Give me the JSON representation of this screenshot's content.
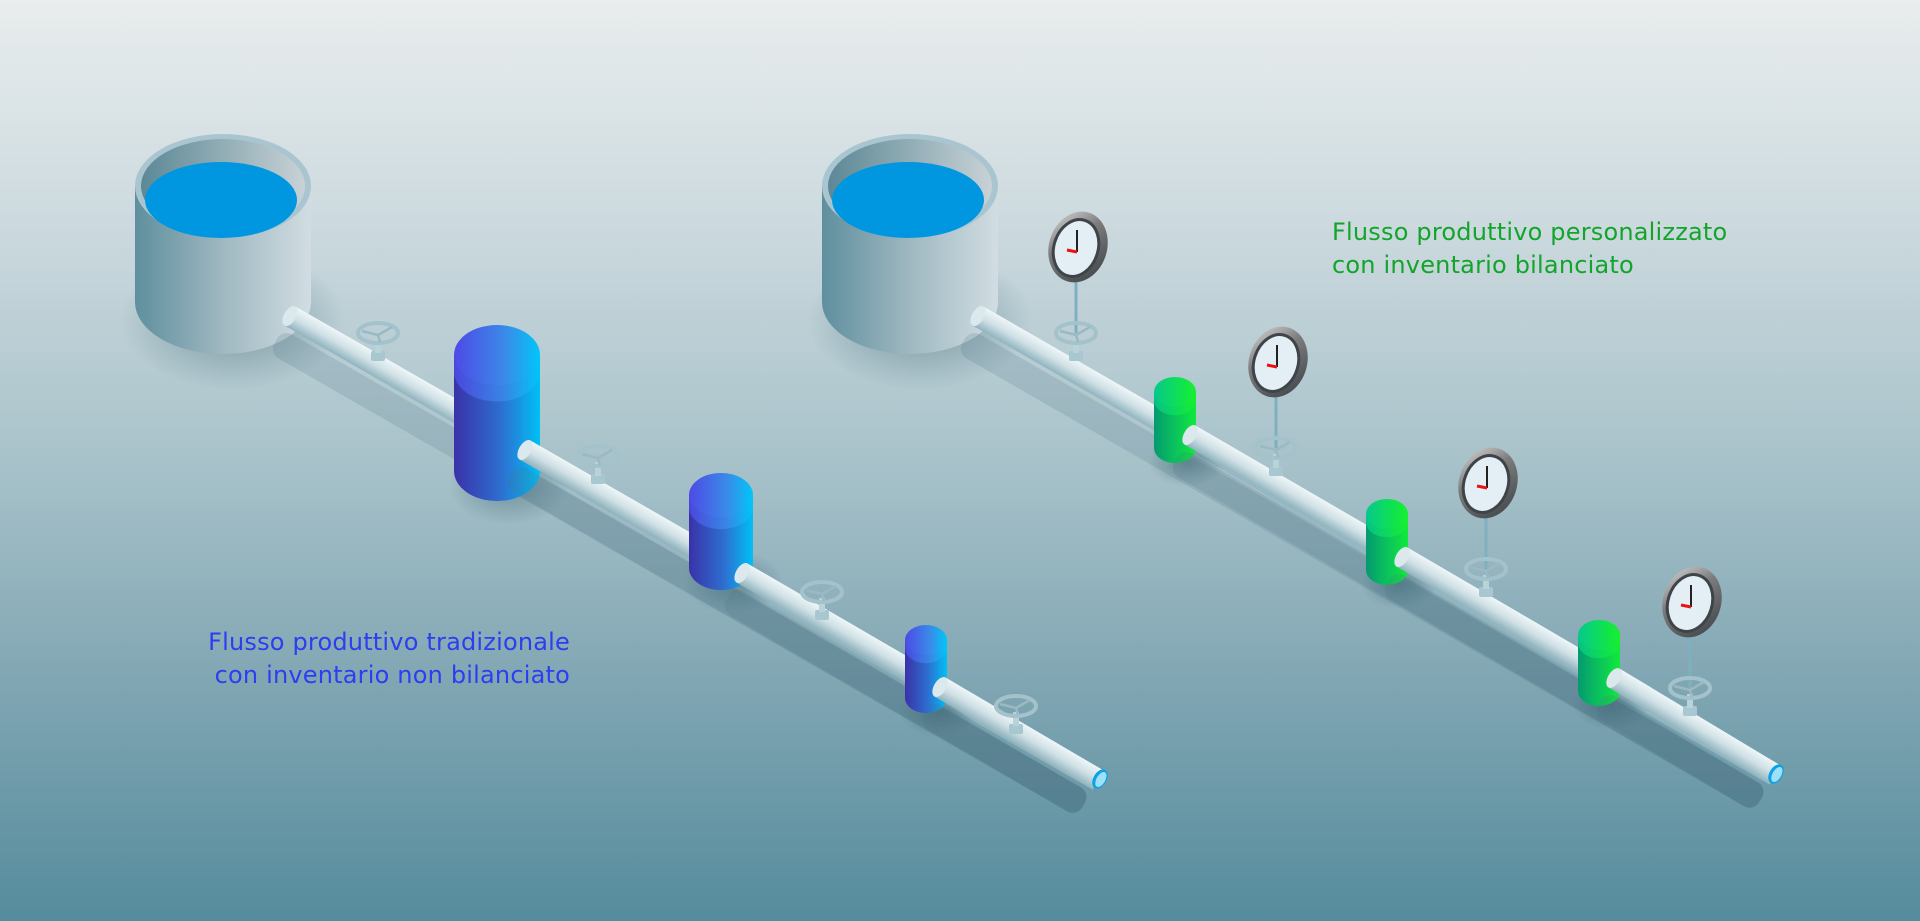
{
  "diagrams": {
    "traditional": {
      "caption_line1": "Flusso produttivo tradizionale",
      "caption_line2": "con inventario non bilanciato",
      "caption_color": "#2b3ef0",
      "buffer_color_dark": "#3a36b8",
      "buffer_color_light": "#00c3f7",
      "buffers": [
        {
          "name": "buffer-large",
          "relative_size": "large"
        },
        {
          "name": "buffer-medium",
          "relative_size": "medium"
        },
        {
          "name": "buffer-small",
          "relative_size": "small"
        }
      ],
      "valves": 4,
      "gauges": 0
    },
    "customized": {
      "caption_line1": "Flusso produttivo personalizzato",
      "caption_line2": "con inventario bilanciato",
      "caption_color": "#12a52a",
      "buffer_color_dark": "#06a86a",
      "buffer_color_light": "#11f03a",
      "buffers": [
        {
          "name": "buffer-1",
          "relative_size": "equal"
        },
        {
          "name": "buffer-2",
          "relative_size": "equal"
        },
        {
          "name": "buffer-3",
          "relative_size": "equal"
        }
      ],
      "valves": 4,
      "gauges": 4
    }
  },
  "colors": {
    "water": "#0096e0",
    "tank": "#b6c8cf",
    "pipe": "#cfe0e5",
    "gauge_hand_minute": "#222222",
    "gauge_hand_hour": "#ee1111"
  }
}
